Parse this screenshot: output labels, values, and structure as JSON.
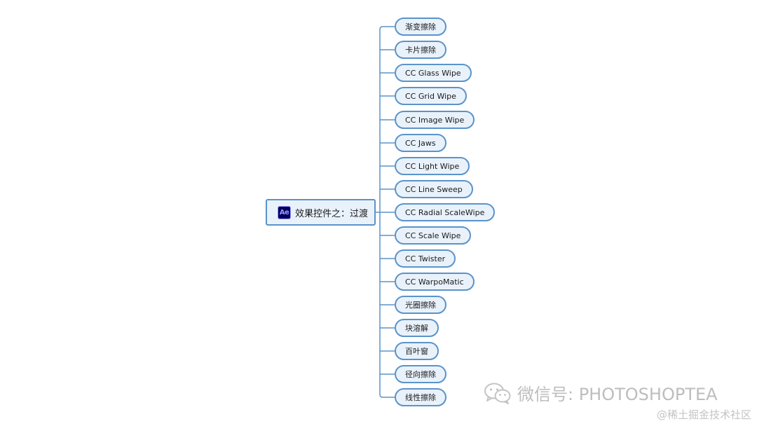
{
  "root": {
    "icon_label": "Ae",
    "title": "效果控件之：过渡"
  },
  "children": [
    "渐变擦除",
    "卡片擦除",
    "CC Glass Wipe",
    "CC Grid Wipe",
    "CC Image Wipe",
    "CC Jaws",
    "CC Light Wipe",
    "CC Line Sweep",
    "CC Radial ScaleWipe",
    "CC Scale Wipe",
    "CC Twister",
    "CC WarpoMatic",
    "光圈擦除",
    "块溶解",
    "百叶窗",
    "径向擦除",
    "线性擦除"
  ],
  "watermark": {
    "text": "微信号: PHOTOSHOPTEA",
    "sub_text": "@稀土掘金技术社区"
  },
  "colors": {
    "border": "#5b93c9",
    "fill": "#e9f2fb",
    "ae_bg": "#00005b",
    "ae_fg": "#9999ff"
  }
}
